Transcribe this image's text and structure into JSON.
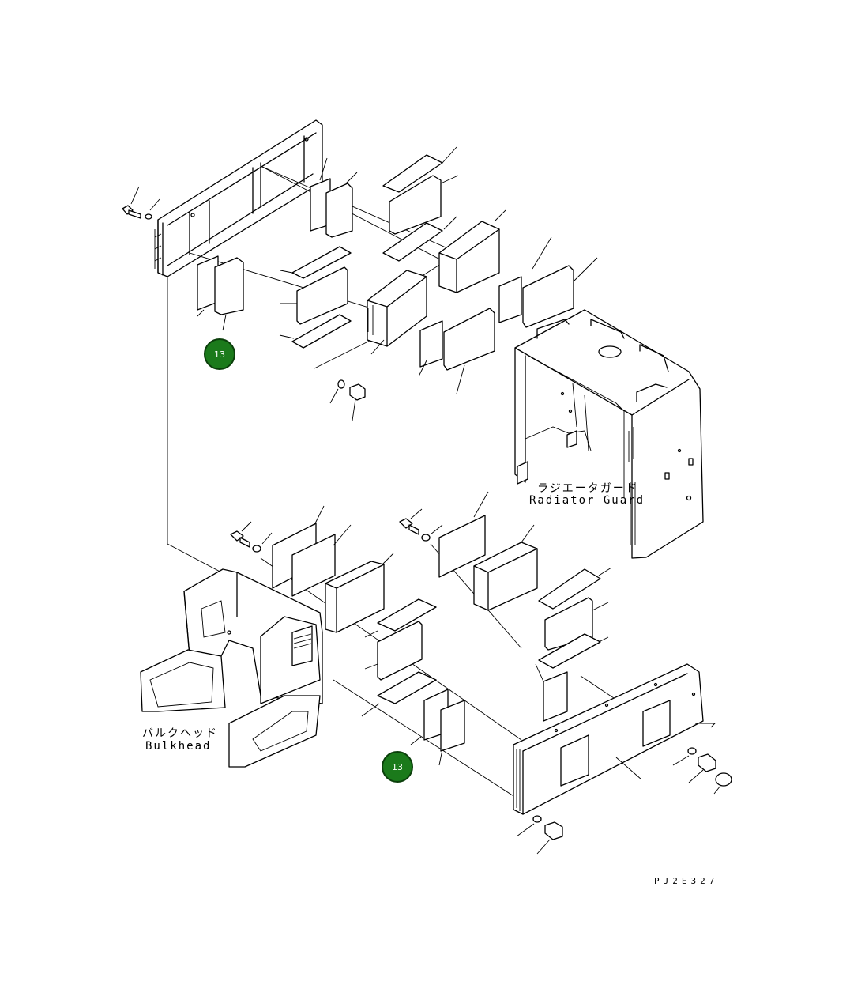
{
  "diagram": {
    "drawing_code": "PJ2E327",
    "callouts": [
      {
        "id": "callout-upper",
        "label": "13"
      },
      {
        "id": "callout-lower",
        "label": "13"
      }
    ],
    "parts": {
      "radiator_guard": {
        "label_jp": "ラジエータガード",
        "label_en": "Radiator Guard"
      },
      "bulkhead": {
        "label_jp": "バルクヘッド",
        "label_en": "Bulkhead"
      }
    },
    "colors": {
      "callout_fill": "#1b7a1b",
      "line": "#000000",
      "background": "#ffffff"
    }
  }
}
